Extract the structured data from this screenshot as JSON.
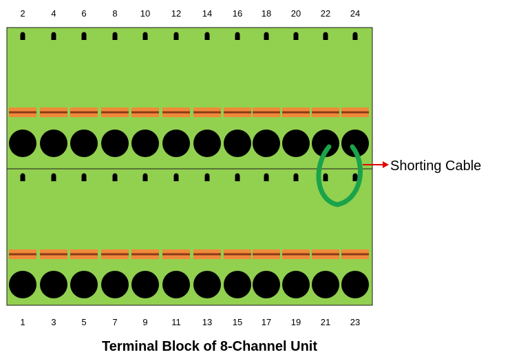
{
  "diagram": {
    "caption": "Terminal Block of 8-Channel Unit",
    "callout": "Shorting Cable",
    "top_labels": [
      "2",
      "4",
      "6",
      "8",
      "10",
      "12",
      "14",
      "16",
      "18",
      "20",
      "22",
      "24"
    ],
    "bottom_labels": [
      "1",
      "3",
      "5",
      "7",
      "9",
      "11",
      "13",
      "15",
      "17",
      "19",
      "21",
      "23"
    ],
    "colors": {
      "block": "#92d050",
      "block_border": "#1a1a1a",
      "clamp_orange": "#f08a3a",
      "clamp_dark": "#8b3a1a",
      "screw": "#000000",
      "cable": "#1aa34a",
      "arrow": "#e00000"
    }
  }
}
